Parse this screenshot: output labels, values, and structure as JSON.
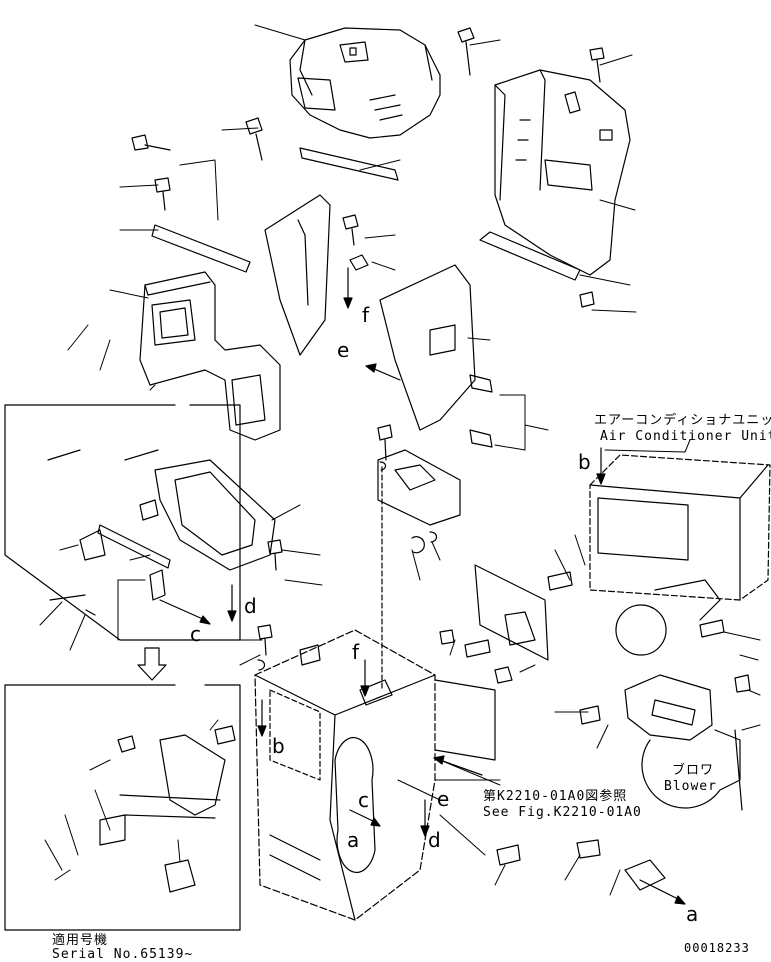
{
  "labels": {
    "ac_unit_jp": "エアーコンディショナユニット",
    "ac_unit_en": "Air Conditioner Unit",
    "blower_jp": "ブロワ",
    "blower_en": "Blower",
    "ref_jp": "第K2210-01A0図参照",
    "ref_en": "See Fig.K2210-01A0",
    "serial_jp": "適用号機",
    "serial_en": "Serial No.65139~",
    "figure_no": "00018233"
  },
  "callouts": {
    "a_center": "a",
    "a_bottom": "a",
    "b_unit": "b",
    "b_frame": "b",
    "c_left": "c",
    "c_center": "c",
    "d_mid": "d",
    "d_right": "d",
    "e_mid": "e",
    "e_right": "e",
    "f_mid": "f",
    "f_frame": "f"
  }
}
